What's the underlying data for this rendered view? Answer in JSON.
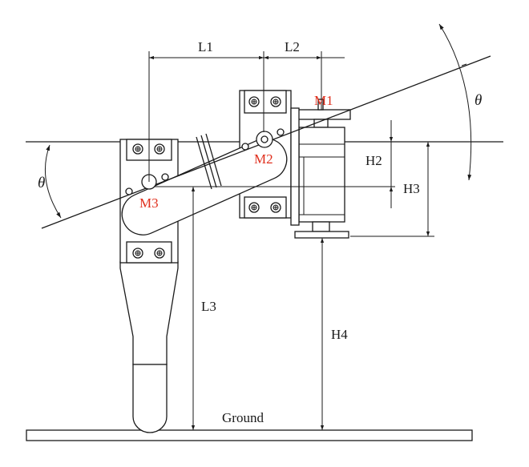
{
  "labels": {
    "l1": "L1",
    "l2": "L2",
    "l3": "L3",
    "h2": "H2",
    "h3": "H3",
    "h4": "H4",
    "ground": "Ground",
    "theta_right": "θ",
    "theta_left": "θ"
  },
  "motors": {
    "m1": "M1",
    "m2": "M2",
    "m3": "M3"
  },
  "colors": {
    "line": "#1a1a1a",
    "motor_label": "#e0301e",
    "background": "#ffffff"
  }
}
